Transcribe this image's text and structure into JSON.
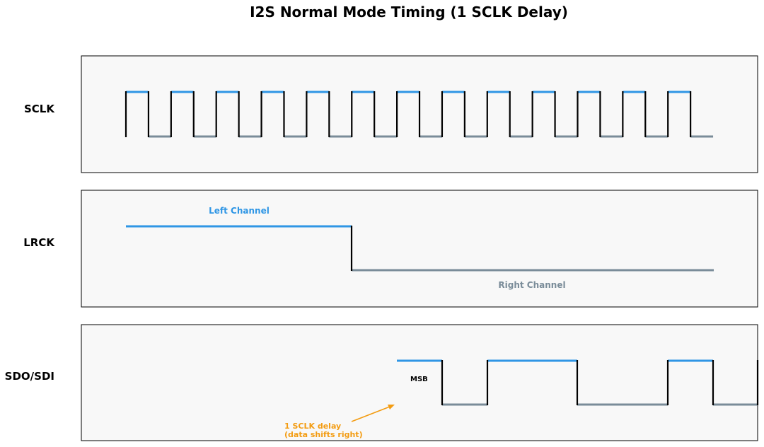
{
  "title": "I2S Normal Mode Timing (1 SCLK Delay)",
  "colors": {
    "high": "#2f96e5",
    "low": "#7a8c99",
    "edge": "#000000",
    "annotation": "#f39c12",
    "panel_bg": "#f8f8f8"
  },
  "rows": [
    {
      "label": "SCLK"
    },
    {
      "label": "LRCK",
      "annotations": {
        "left": "Left Channel",
        "right": "Right Channel"
      }
    },
    {
      "label": "SDO/SDI",
      "annotations": {
        "msb": "MSB",
        "delay_line1": "1 SCLK delay",
        "delay_line2": "(data shifts right)"
      }
    }
  ]
}
